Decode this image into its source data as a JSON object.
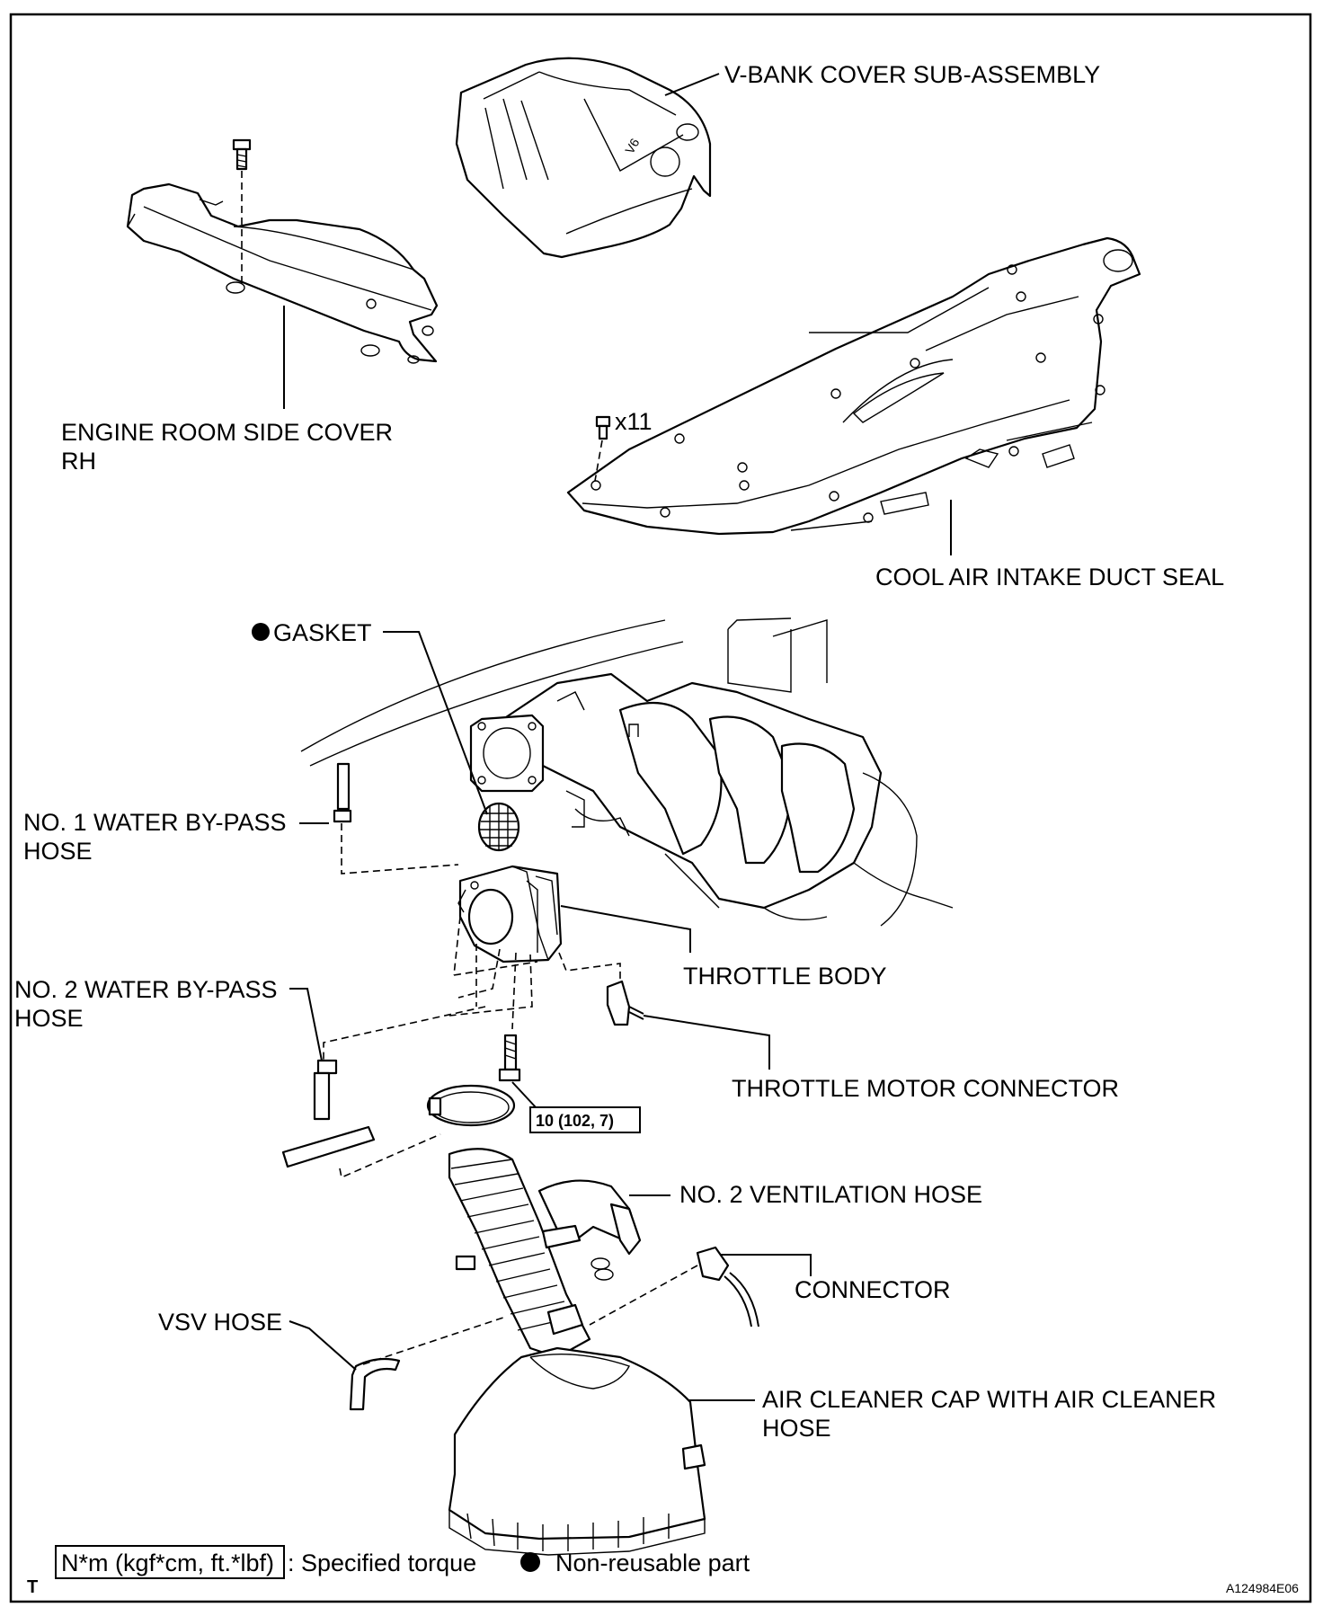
{
  "labels": {
    "vbank_cover": "V-BANK COVER SUB-ASSEMBLY",
    "engine_room_cover_l1": "ENGINE ROOM SIDE COVER",
    "engine_room_cover_l2": "RH",
    "clip_count": "x11",
    "cool_air_seal": "COOL AIR INTAKE DUCT SEAL",
    "gasket": "GASKET",
    "water_hose_1_l1": "NO. 1 WATER BY-PASS",
    "water_hose_1_l2": "HOSE",
    "throttle_body": "THROTTLE BODY",
    "water_hose_2_l1": "NO. 2 WATER BY-PASS",
    "water_hose_2_l2": "HOSE",
    "throttle_motor_connector": "THROTTLE MOTOR CONNECTOR",
    "torque": "10 (102, 7)",
    "ventilation_hose": "NO. 2 VENTILATION HOSE",
    "connector": "CONNECTOR",
    "vsv_hose": "VSV HOSE",
    "air_cleaner_l1": "AIR CLEANER CAP WITH AIR CLEANER",
    "air_cleaner_l2": "HOSE",
    "v6_emblem": "V6"
  },
  "legend": {
    "torque_unit": "N*m (kgf*cm, ft.*lbf)",
    "torque_desc": ": Specified torque",
    "nonreusable_desc": "Non-reusable part"
  },
  "footer": {
    "corner_mark": "T",
    "figure_id": "A124984E06"
  }
}
